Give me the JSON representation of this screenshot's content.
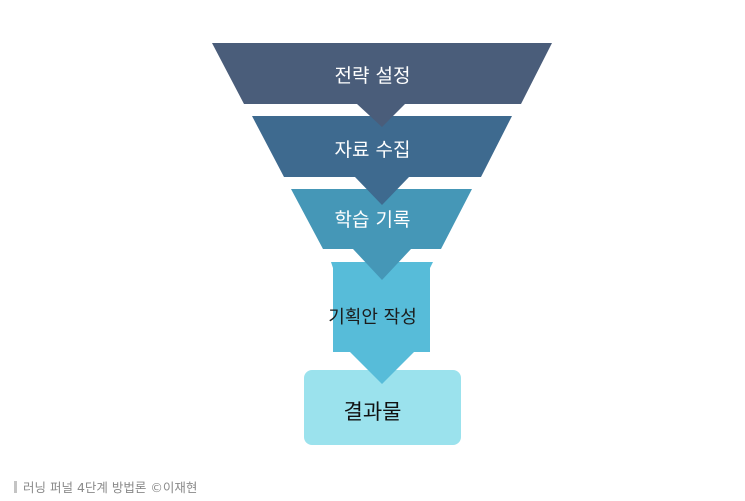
{
  "diagram": {
    "type": "funnel",
    "stages": [
      {
        "label": "전략 설정",
        "color": "#4a5d7a",
        "text_color": "#ffffff"
      },
      {
        "label": "자료 수집",
        "color": "#3e6a8f",
        "text_color": "#ffffff"
      },
      {
        "label": "학습 기록",
        "color": "#4597b7",
        "text_color": "#ffffff"
      },
      {
        "label": "기획안 작성",
        "color": "#57bcd9",
        "text_color": "#1c1c1c"
      }
    ],
    "result": {
      "label": "결과물",
      "color": "#9be2ed",
      "text_color": "#111111"
    }
  },
  "caption": {
    "text": "러닝 퍼널 4단계 방법론 ©이재현"
  }
}
